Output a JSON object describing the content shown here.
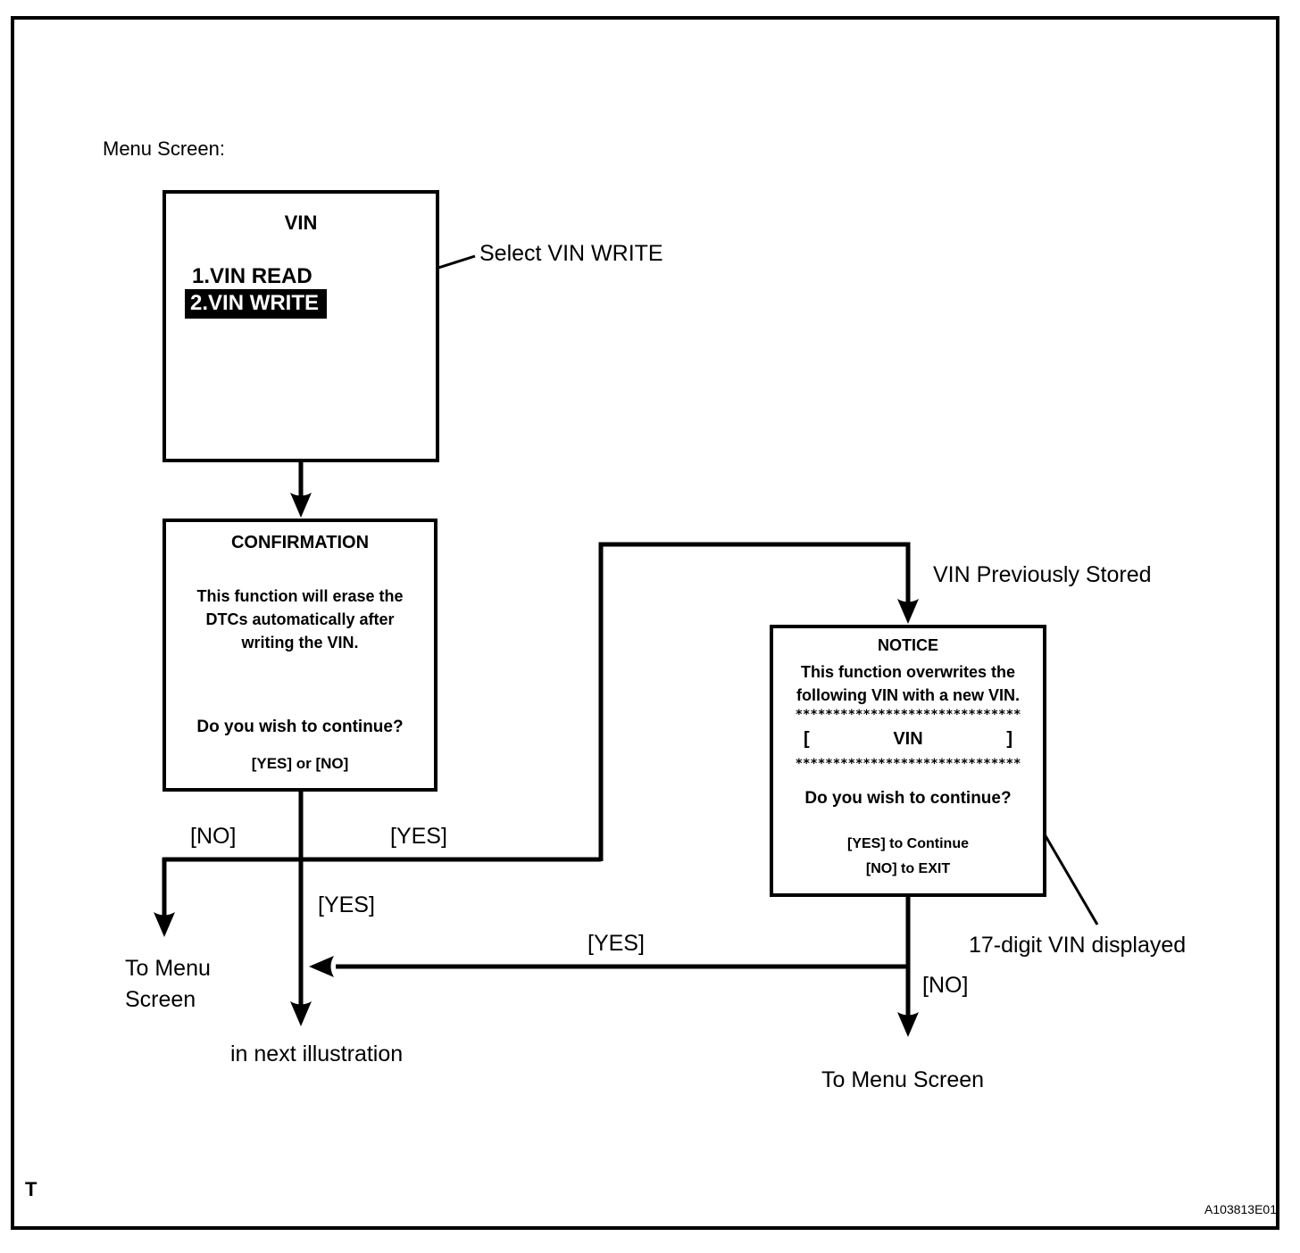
{
  "page": {
    "label_menu_screen": "Menu Screen:",
    "corner_mark": "T",
    "figure_id": "A103813E01"
  },
  "vin_menu": {
    "title": "VIN",
    "item_read": "1.VIN READ",
    "item_write": "2.VIN WRITE"
  },
  "confirmation": {
    "title": "CONFIRMATION",
    "body": [
      "This function will erase the",
      "DTCs automatically after",
      "writing the VIN."
    ],
    "question": "Do you wish to continue?",
    "options": "[YES] or [NO]"
  },
  "notice": {
    "title": "NOTICE",
    "body": [
      "This function overwrites the",
      "following VIN with a new VIN."
    ],
    "stars": "******************************",
    "vin_left_bracket": "[",
    "vin_label": "VIN",
    "vin_right_bracket": "]",
    "question": "Do you wish to continue?",
    "yes_line": "[YES] to Continue",
    "no_line": "[NO] to EXIT"
  },
  "branch_labels": {
    "no_left": "[NO]",
    "yes_top": "[YES]",
    "yes_center": "[YES]",
    "yes_return": "[YES]",
    "no_right": "[NO]"
  },
  "annotations": {
    "select_vin_write": "Select VIN WRITE",
    "vin_previously_stored": "VIN Previously Stored",
    "seventeen_digit_vin": "17-digit VIN displayed",
    "to_menu_left_line1": "To Menu",
    "to_menu_left_line2": "Screen",
    "in_next_illustration": "in next illustration",
    "to_menu_right": "To Menu Screen"
  },
  "colors": {
    "ink": "#000000",
    "paper": "#ffffff",
    "highlight_bg": "#000000",
    "highlight_fg": "#ffffff"
  }
}
